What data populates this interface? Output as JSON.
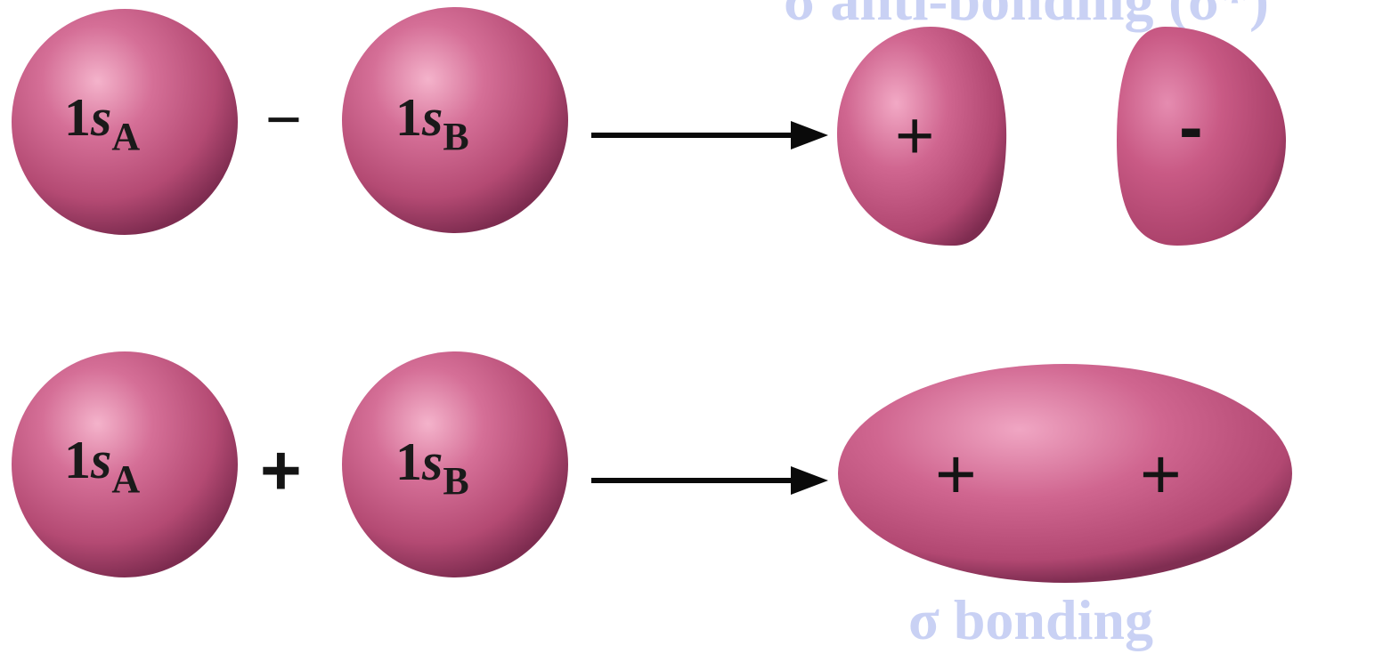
{
  "captions": {
    "antibonding": "σ anti-bonding (σ*)",
    "bonding": "σ bonding"
  },
  "rows": [
    {
      "name": "antibonding-row",
      "orbital_a": {
        "number": "1",
        "symbol": "s",
        "subscript": "A"
      },
      "operator": "−",
      "orbital_b": {
        "number": "1",
        "symbol": "s",
        "subscript": "B"
      },
      "result_signs": [
        "+",
        "-"
      ]
    },
    {
      "name": "bonding-row",
      "orbital_a": {
        "number": "1",
        "symbol": "s",
        "subscript": "A"
      },
      "operator": "+",
      "orbital_b": {
        "number": "1",
        "symbol": "s",
        "subscript": "B"
      },
      "result_signs": [
        "+",
        "+"
      ]
    }
  ],
  "colors": {
    "orbital_base": "#c2557e",
    "orbital_highlight": "#f0a6c3",
    "orbital_shadow": "#7e2c50",
    "arrow": "#0a0a0a",
    "caption": "#c9d1f4"
  }
}
